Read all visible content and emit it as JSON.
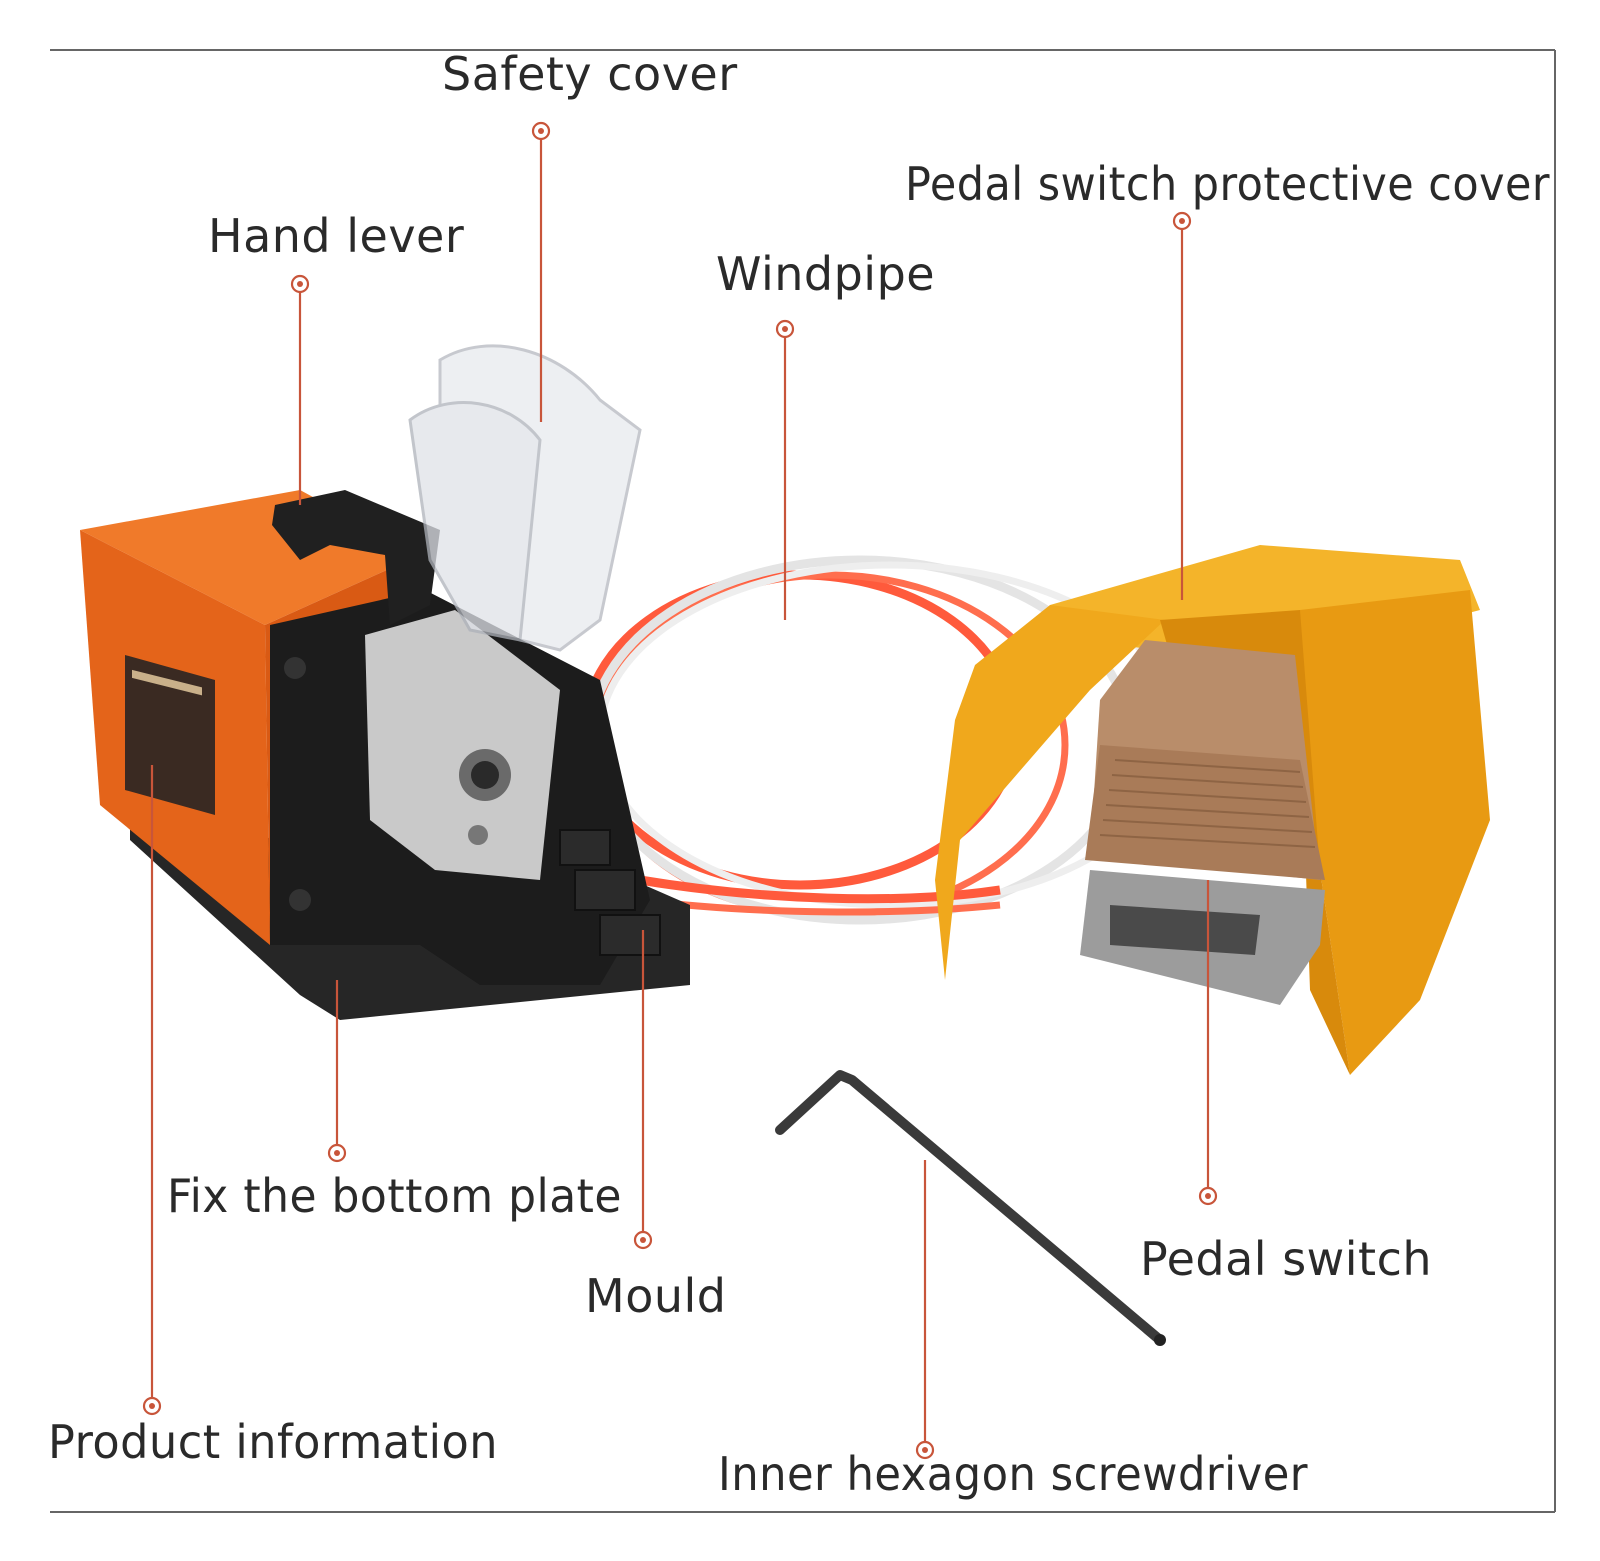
{
  "labels": {
    "safety_cover": "Safety cover",
    "pedal_switch_protective_cover": "Pedal switch protective cover",
    "hand_lever": "Hand lever",
    "windpipe": "Windpipe",
    "fix_bottom_plate": "Fix the bottom plate",
    "mould": "Mould",
    "pedal_switch": "Pedal switch",
    "product_information": "Product information",
    "inner_hexagon_screwdriver": "Inner hexagon screwdriver"
  },
  "colors": {
    "leader": "#c8553a",
    "machine_body": "#e8681e",
    "pedal_cover": "#f0a81c",
    "hose_red": "#ff5a3c",
    "hose_clear": "#e6e6e6",
    "frame_line": "#555555"
  }
}
